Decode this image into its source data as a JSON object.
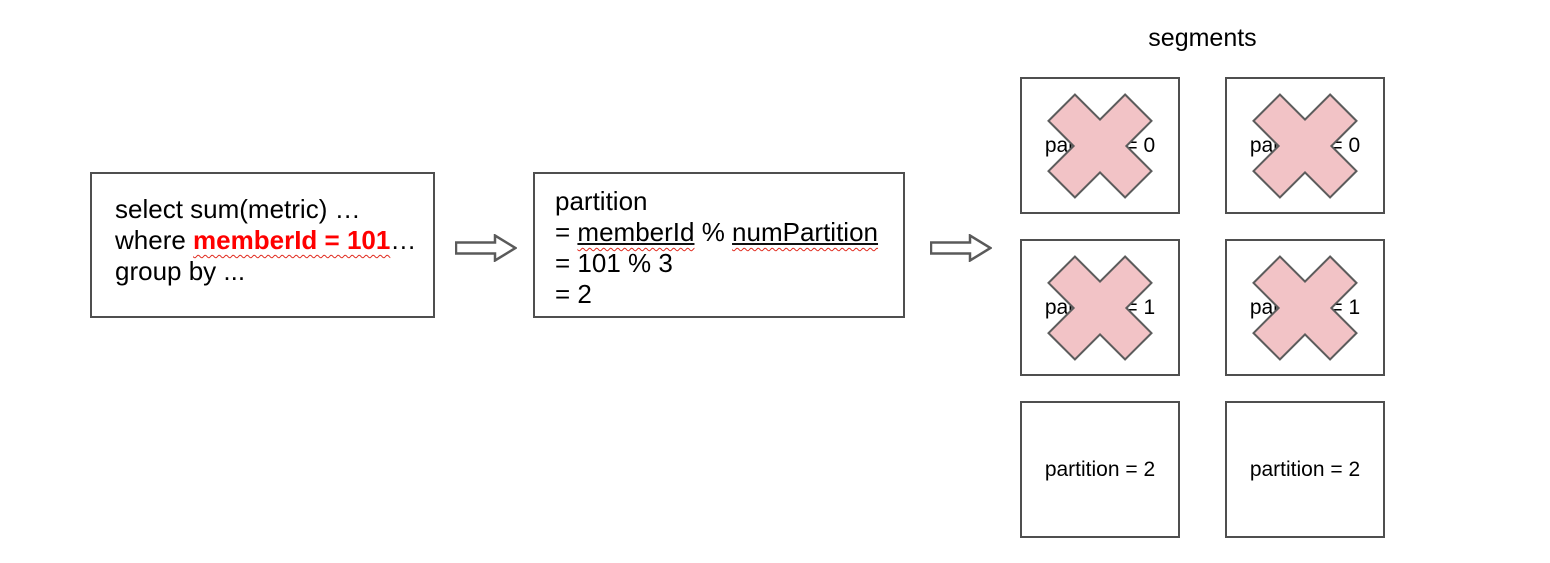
{
  "query_box": {
    "line1": "select sum(metric) …",
    "line2_prefix": "where ",
    "line2_highlight": "memberId = 101",
    "line2_suffix": "…",
    "line3": "group by ..."
  },
  "formula_box": {
    "line1": "partition",
    "line2_prefix": "= ",
    "line2_term1": "memberId",
    "line2_op": " % ",
    "line2_term2": "numPartition",
    "line3": "= 101 % 3",
    "line4": "= 2"
  },
  "segments": {
    "title": "segments",
    "boxes": [
      {
        "label": "partition = 0",
        "crossed": true
      },
      {
        "label": "partition = 0",
        "crossed": true
      },
      {
        "label": "partition = 1",
        "crossed": true
      },
      {
        "label": "partition = 1",
        "crossed": true
      },
      {
        "label": "partition = 2",
        "crossed": false
      },
      {
        "label": "partition = 2",
        "crossed": false
      }
    ]
  },
  "icons": {
    "arrow": "hollow-right-arrow",
    "cross": "x-cross-mark"
  },
  "colors": {
    "box_border": "#4f4f4f",
    "text": "#000000",
    "highlight_red": "#ff0000",
    "squiggle_red": "#e0291d",
    "underline_black": "#111111",
    "x_fill": "#f2c3c6",
    "x_stroke": "#5c5c5c",
    "arrow_fill": "#ffffff",
    "arrow_stroke": "#5a5a5a",
    "background": "#ffffff"
  }
}
